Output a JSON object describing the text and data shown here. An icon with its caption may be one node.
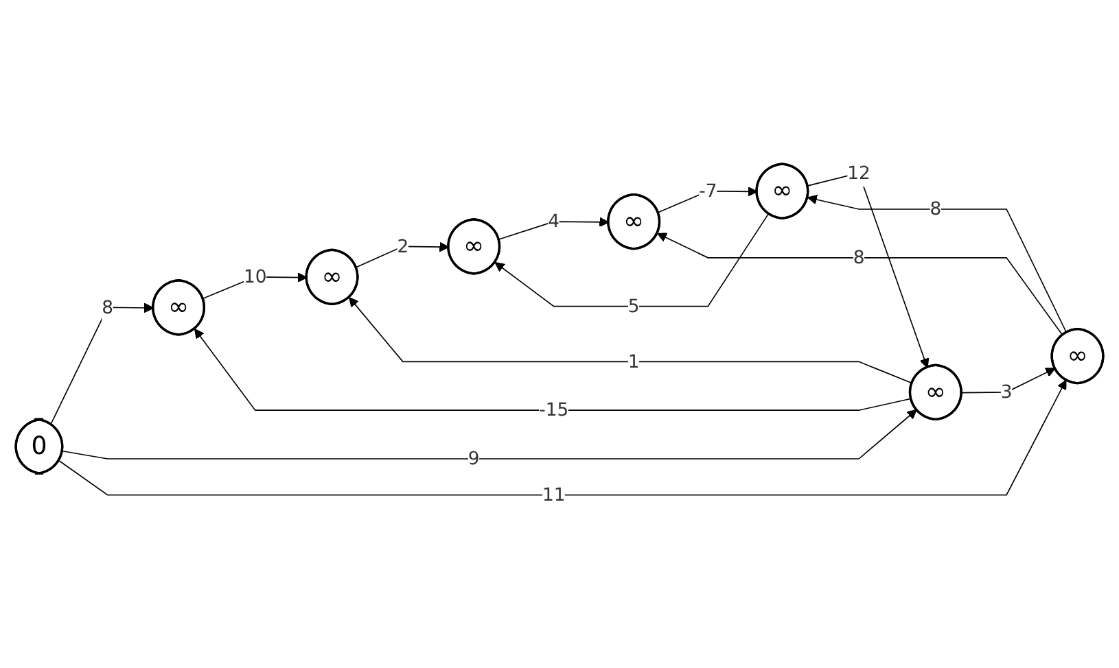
{
  "diagram": {
    "nodes": [
      {
        "text": [
          "0"
        ]
      },
      {
        "text": [
          "∞"
        ]
      },
      {
        "text": [
          "∞"
        ]
      },
      {
        "text": [
          "∞"
        ]
      },
      {
        "text": [
          "∞"
        ]
      },
      {
        "text": [
          "∞"
        ]
      },
      {
        "text": [
          "∞"
        ]
      },
      {
        "text": [
          "∞"
        ]
      }
    ],
    "edges": [
      {
        "from": 0,
        "to": 1,
        "arrow": "to",
        "label": "8"
      },
      {
        "from": 0,
        "to": 3,
        "arrow": "to",
        "label": "9"
      },
      {
        "from": 0,
        "to": 4,
        "arrow": "to",
        "label": "11"
      },
      {
        "from": 1,
        "to": 2,
        "arrow": "to",
        "label": "10"
      },
      {
        "from": 3,
        "to": 1,
        "arrow": "to",
        "label": "-15"
      },
      {
        "from": 3,
        "to": 2,
        "arrow": "to",
        "label": "1"
      },
      {
        "from": 3,
        "to": 4,
        "arrow": "to",
        "label": "3"
      },
      {
        "from": 2,
        "to": 6,
        "arrow": "to",
        "label": "2"
      },
      {
        "from": 5,
        "to": 3,
        "arrow": "to",
        "label": "12"
      },
      {
        "from": 4,
        "to": 5,
        "arrow": "to",
        "label": "8"
      },
      {
        "from": 5,
        "to": 6,
        "arrow": "to",
        "label": "5"
      },
      {
        "from": 4,
        "to": 7,
        "arrow": "to",
        "label": "8"
      },
      {
        "from": 7,
        "to": 5,
        "arrow": "to",
        "label": "-7"
      },
      {
        "from": 6,
        "to": 7,
        "arrow": "to",
        "label": "4"
      }
    ]
  }
}
